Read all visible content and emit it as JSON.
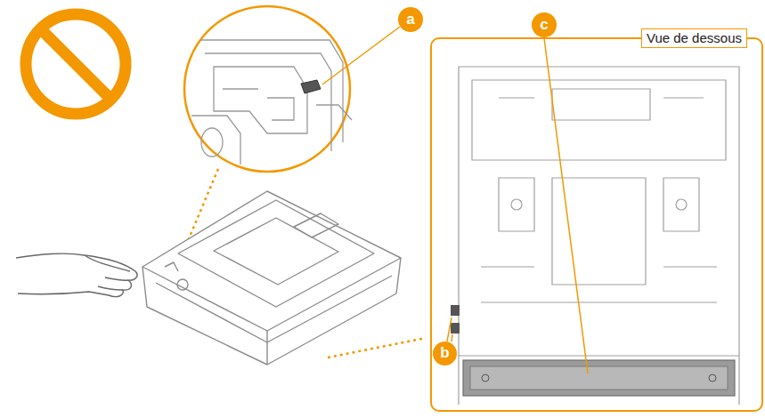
{
  "diagram": {
    "nodes": [
      {
        "text": [
          "a"
        ]
      },
      {
        "text": [
          "Vue de dessous"
        ]
      },
      {
        "text": [
          "c"
        ]
      },
      {
        "text": [
          "b"
        ],
        "in": 1
      }
    ]
  }
}
